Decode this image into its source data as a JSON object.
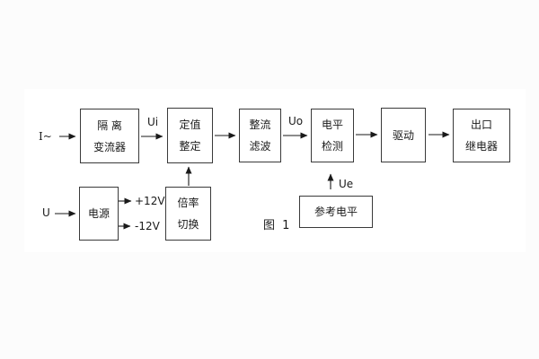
{
  "figure": {
    "caption": "图 1"
  },
  "blocks": {
    "isolation_transformer": {
      "line1": "隔 离",
      "line2": "变流器"
    },
    "value_setting": {
      "line1": "定值",
      "line2": "整定"
    },
    "rectify_filter": {
      "line1": "整流",
      "line2": "滤波"
    },
    "level_detection": {
      "line1": "电平",
      "line2": "检测"
    },
    "driver": {
      "line1": "驱动"
    },
    "output_relay": {
      "line1": "出口",
      "line2": "继电器"
    },
    "power_supply": {
      "line1": "电源"
    },
    "ratio_switch": {
      "line1": "倍率",
      "line2": "切换"
    },
    "reference_level": {
      "line1": "参考电平"
    }
  },
  "labels": {
    "input_current": "I~",
    "ui": "Ui",
    "uo": "Uo",
    "ue": "Ue",
    "input_voltage": "U",
    "plus_12v": "+12V",
    "minus_12v": "-12V"
  },
  "colors": {
    "line": "#1a1a1a",
    "background": "#fcfcfc",
    "sheet": "#ffffff"
  }
}
